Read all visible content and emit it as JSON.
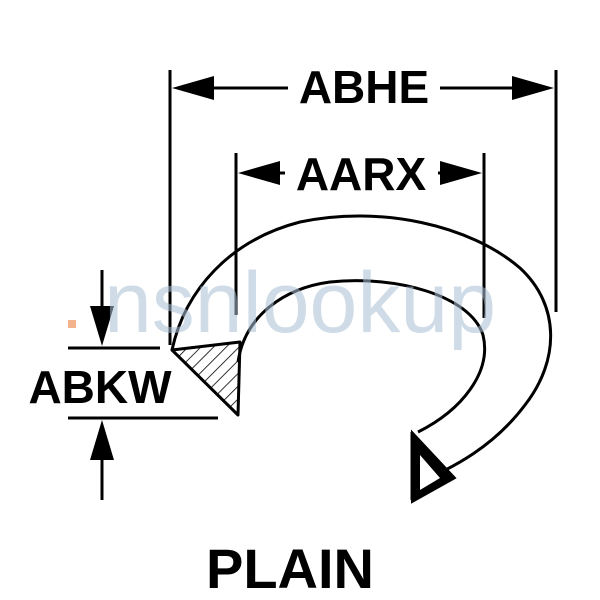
{
  "diagram": {
    "caption": "PLAIN",
    "dimensions": {
      "outer_diameter": "ABHE",
      "inner_diameter": "AARX",
      "cross_section_width": "ABKW"
    },
    "watermark": "nsnlookup",
    "colors": {
      "ink": "#000000",
      "paper": "#ffffff",
      "watermark": "#a9c0d6",
      "watermark_dot": "#f0a070"
    }
  }
}
